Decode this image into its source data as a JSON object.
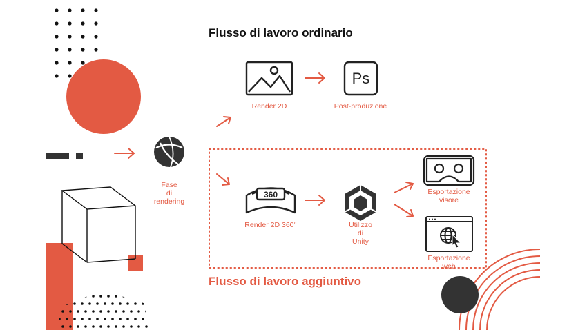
{
  "colors": {
    "accent": "#e35a43",
    "dark": "#333333",
    "black": "#111111"
  },
  "titles": {
    "ordinary": "Flusso di lavoro ordinario",
    "additional": "Flusso di lavoro aggiuntivo"
  },
  "nodes": {
    "rendering": {
      "line1": "Fase",
      "line2": "di",
      "line3": "rendering",
      "icon": "sphere-render-icon"
    },
    "render2d": {
      "label": "Render 2D",
      "icon": "image-icon"
    },
    "postprod": {
      "label": "Post-produzione",
      "icon": "photoshop-icon",
      "icon_text": "Ps"
    },
    "render360": {
      "label": "Render 2D 360°",
      "icon": "panorama-360-icon",
      "icon_text": "360"
    },
    "unity": {
      "line1": "Utilizzo",
      "line2": "di",
      "line3": "Unity",
      "icon": "unity-logo-icon"
    },
    "viewer": {
      "line1": "Esportazione",
      "line2": "visore",
      "icon": "vr-headset-icon"
    },
    "web": {
      "line1": "Esportazione",
      "line2": "web",
      "icon": "web-globe-icon"
    }
  }
}
